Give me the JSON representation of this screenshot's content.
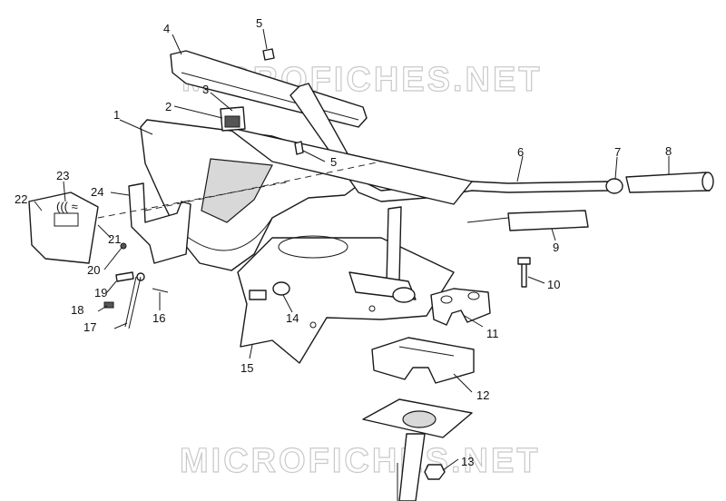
{
  "watermark": "MICROFICHES.NET",
  "callouts": {
    "c1": "1",
    "c2": "2",
    "c3": "3",
    "c4": "4",
    "c5a": "5",
    "c5b": "5",
    "c6": "6",
    "c7": "7",
    "c8": "8",
    "c9": "9",
    "c10": "10",
    "c11": "11",
    "c12": "12",
    "c13": "13",
    "c14": "14",
    "c15": "15",
    "c16": "16",
    "c17": "17",
    "c18": "18",
    "c19": "19",
    "c20": "20",
    "c21": "21",
    "c22": "22",
    "c23": "23",
    "c24": "24"
  },
  "label_plate_text": "((( ≈"
}
